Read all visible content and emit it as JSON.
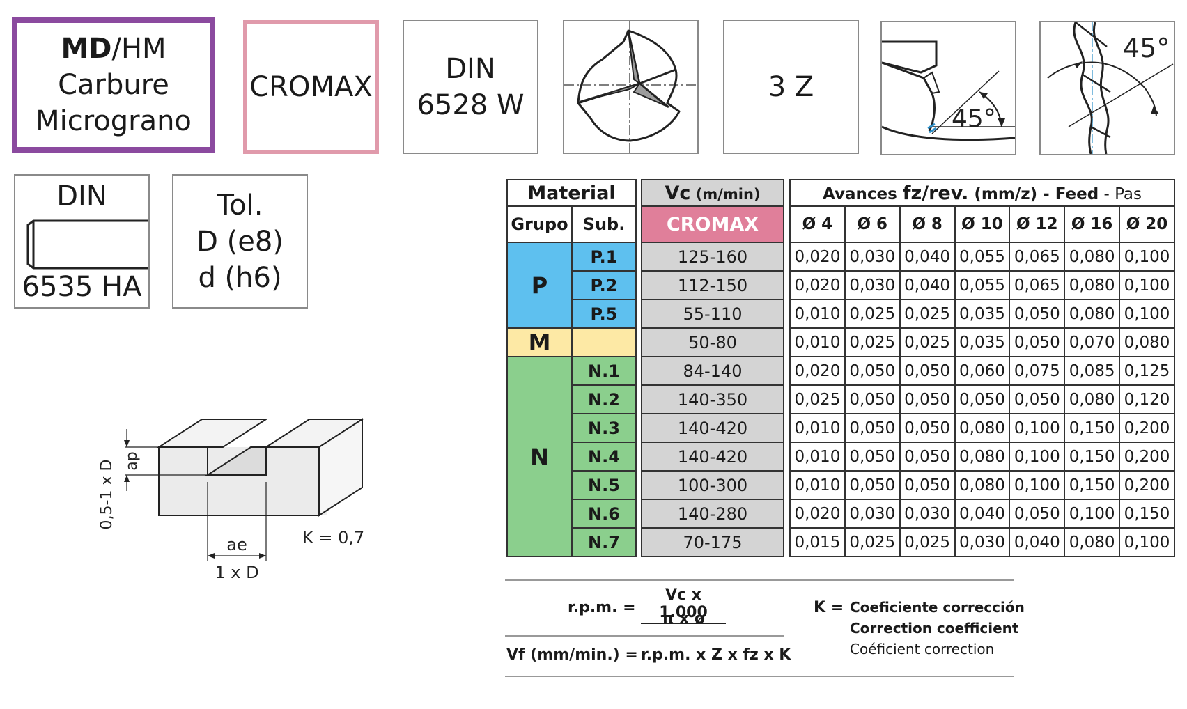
{
  "top_boxes": {
    "material": {
      "bold": "MD",
      "rest": "/HM",
      "line2": "Carbure",
      "line3": "Micrograno",
      "border": "#8b4a9f"
    },
    "coating": {
      "label": "CROMAX",
      "border": "#e09aab"
    },
    "din_norm": {
      "line1": "DIN",
      "line2": "6528 W"
    },
    "flutes": {
      "label": "3 Z"
    },
    "chamfer": {
      "angle": "45°"
    },
    "helix": {
      "angle": "45°"
    }
  },
  "shank_box": {
    "line1": "DIN",
    "line2": "6535 HA"
  },
  "tolerance_box": {
    "line1": "Tol.",
    "line2": "D (e8)",
    "line3": "d (h6)"
  },
  "diagram": {
    "ap_range": "0,5-1 x D",
    "ap": "ap",
    "ae": "ae",
    "width": "1 x D",
    "k_value": "K = 0,7"
  },
  "table": {
    "material_header": "Material",
    "grupo_header": "Grupo",
    "sub_header": "Sub.",
    "vc_header_main": "Vc",
    "vc_header_unit": " (m/min)",
    "vc_coating": "CROMAX",
    "feed_title_a": "Avances ",
    "feed_title_b": "fz/rev.",
    "feed_title_c": " (mm/z)",
    "feed_title_d": " - Feed",
    "feed_title_e": " - Pas",
    "diameters": [
      "Ø 4",
      "Ø 6",
      "Ø 8",
      "Ø 10",
      "Ø 12",
      "Ø 16",
      "Ø 20"
    ],
    "groups": [
      {
        "name": "P",
        "color": "#5ec0ef",
        "rows": [
          {
            "sub": "P.1",
            "vc": "125-160",
            "fz": [
              "0,020",
              "0,030",
              "0,040",
              "0,055",
              "0,065",
              "0,080",
              "0,100"
            ]
          },
          {
            "sub": "P.2",
            "vc": "112-150",
            "fz": [
              "0,020",
              "0,030",
              "0,040",
              "0,055",
              "0,065",
              "0,080",
              "0,100"
            ]
          },
          {
            "sub": "P.5",
            "vc": "55-110",
            "fz": [
              "0,010",
              "0,025",
              "0,025",
              "0,035",
              "0,050",
              "0,080",
              "0,100"
            ]
          }
        ]
      },
      {
        "name": "M",
        "color": "#fde9a5",
        "rows": [
          {
            "sub": "",
            "vc": "50-80",
            "fz": [
              "0,010",
              "0,025",
              "0,025",
              "0,035",
              "0,050",
              "0,070",
              "0,080"
            ]
          }
        ]
      },
      {
        "name": "N",
        "color": "#8bcf8d",
        "rows": [
          {
            "sub": "N.1",
            "vc": "84-140",
            "fz": [
              "0,020",
              "0,050",
              "0,050",
              "0,060",
              "0,075",
              "0,085",
              "0,125"
            ]
          },
          {
            "sub": "N.2",
            "vc": "140-350",
            "fz": [
              "0,025",
              "0,050",
              "0,050",
              "0,050",
              "0,050",
              "0,080",
              "0,120"
            ]
          },
          {
            "sub": "N.3",
            "vc": "140-420",
            "fz": [
              "0,010",
              "0,050",
              "0,050",
              "0,080",
              "0,100",
              "0,150",
              "0,200"
            ]
          },
          {
            "sub": "N.4",
            "vc": "140-420",
            "fz": [
              "0,010",
              "0,050",
              "0,050",
              "0,080",
              "0,100",
              "0,150",
              "0,200"
            ]
          },
          {
            "sub": "N.5",
            "vc": "100-300",
            "fz": [
              "0,010",
              "0,050",
              "0,050",
              "0,080",
              "0,100",
              "0,150",
              "0,200"
            ]
          },
          {
            "sub": "N.6",
            "vc": "140-280",
            "fz": [
              "0,020",
              "0,030",
              "0,030",
              "0,040",
              "0,050",
              "0,100",
              "0,150"
            ]
          },
          {
            "sub": "N.7",
            "vc": "70-175",
            "fz": [
              "0,015",
              "0,025",
              "0,025",
              "0,030",
              "0,040",
              "0,080",
              "0,100"
            ]
          }
        ]
      }
    ]
  },
  "formulas": {
    "rpm_label": "r.p.m. =",
    "rpm_num": "Vc x 1.000",
    "rpm_den": "π x ø",
    "vf_label": "Vf (mm/min.) =",
    "vf_expr": "r.p.m. x Z x fz x K",
    "k_label": "K =",
    "k_es": "Coeficiente corrección",
    "k_en": "Correction coefficient",
    "k_fr": "Coéficient correction"
  }
}
